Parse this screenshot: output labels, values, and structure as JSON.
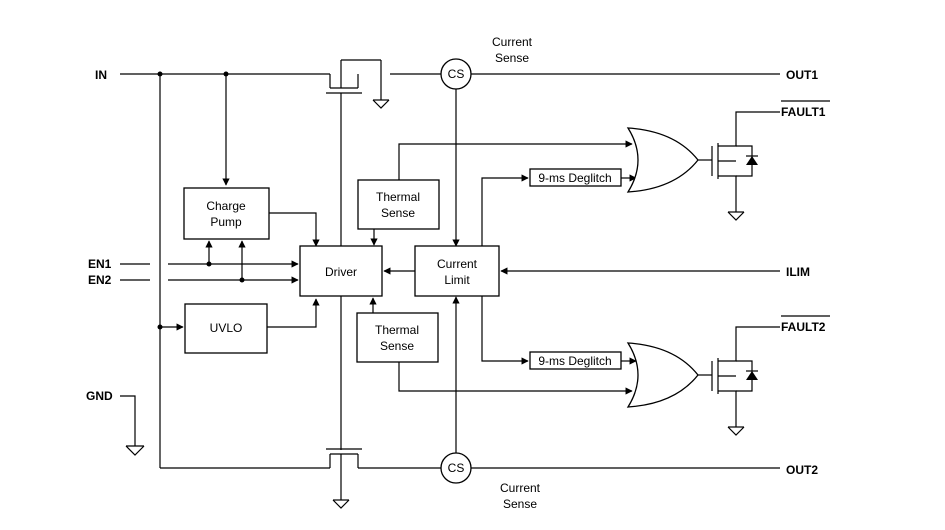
{
  "pins": {
    "in": "IN",
    "en1": "EN1",
    "en2": "EN2",
    "gnd": "GND",
    "out1": "OUT1",
    "out2": "OUT2",
    "ilim": "ILIM",
    "fault1": "FAULT1",
    "fault2": "FAULT2"
  },
  "blocks": {
    "charge_pump_line1": "Charge",
    "charge_pump_line2": "Pump",
    "uvlo": "UVLO",
    "driver": "Driver",
    "thermal_top_line1": "Thermal",
    "thermal_top_line2": "Sense",
    "thermal_bottom_line1": "Thermal",
    "thermal_bottom_line2": "Sense",
    "current_limit_line1": "Current",
    "current_limit_line2": "Limit",
    "deglitch_top": "9-ms Deglitch",
    "deglitch_bottom": "9-ms Deglitch",
    "cs_top": "CS",
    "cs_bottom": "CS"
  },
  "annotations": {
    "current_sense_top_line1": "Current",
    "current_sense_top_line2": "Sense",
    "current_sense_bottom_line1": "Current",
    "current_sense_bottom_line2": "Sense"
  }
}
